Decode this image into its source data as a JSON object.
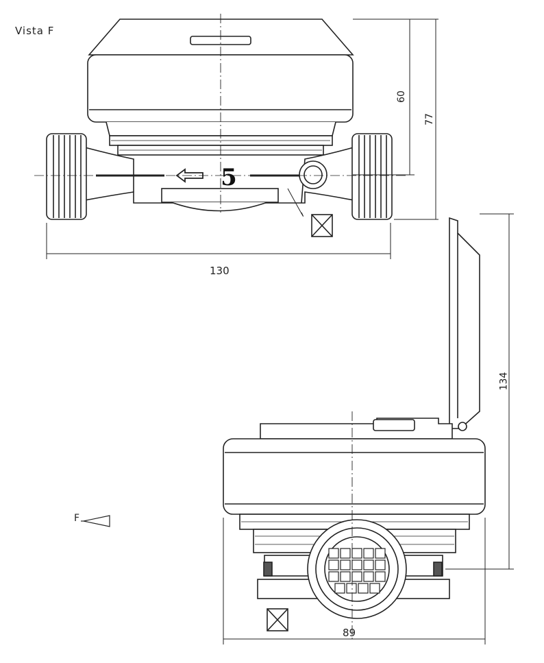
{
  "title": "Vista F",
  "view_marker": "F",
  "dial_number": "5",
  "dimensions": {
    "top_width": "130",
    "top_height_inner": "60",
    "top_height_outer": "77",
    "bottom_height": "134",
    "bottom_width": "89"
  }
}
